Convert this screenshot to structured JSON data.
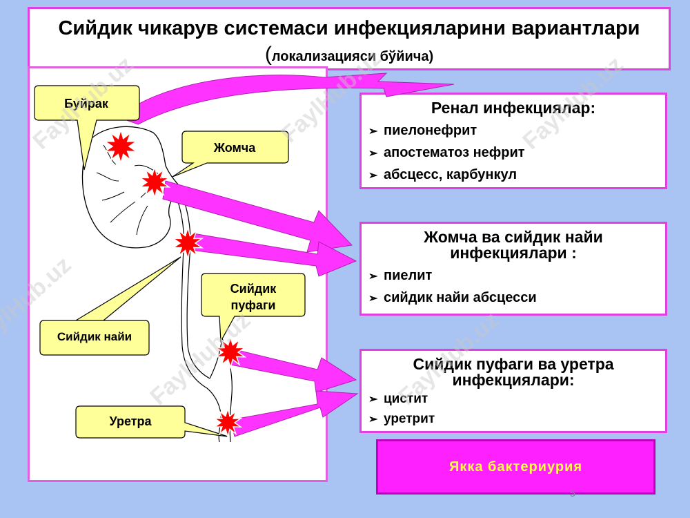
{
  "title": {
    "line1": "Сийдик чикарув системаси  инфекцияларини вариантлари",
    "paren_open": "(",
    "line2": "локализацияси бўйича)"
  },
  "callouts": {
    "kidney": "Буйрак",
    "pelvis": "Жомча",
    "bladder_line1": "Сийдик",
    "bladder_line2": "пуфаги",
    "ureter": "Сийдик найи",
    "urethra": "Уретра"
  },
  "renal": {
    "heading": "Ренал инфекциялар:",
    "items": [
      "пиелонефрит",
      "апостематоз нефрит",
      "абсцесс, карбункул"
    ]
  },
  "pelvis": {
    "heading_line1": "Жомча ва сийдик найи",
    "heading_line2": "инфекциялари :",
    "items": [
      "пиелит",
      "сийдик найи абсцесси"
    ]
  },
  "bladder": {
    "heading_line1": "Сийдик пуфаги ва уретра",
    "heading_line2": "инфекциялари:",
    "items": [
      "цистит",
      "уретрит"
    ]
  },
  "bacteriuria": "Якка  бактериурия",
  "bullet": "➢",
  "watermark": "FaylHub.uz",
  "slide_number": "5",
  "colors": {
    "background": "#a9c4f3",
    "border": "#e040e0",
    "arrow": "#ff33ff",
    "callout": "#ffff99",
    "burst": "#ff0000",
    "bacteriuria_text": "#ffff40"
  }
}
